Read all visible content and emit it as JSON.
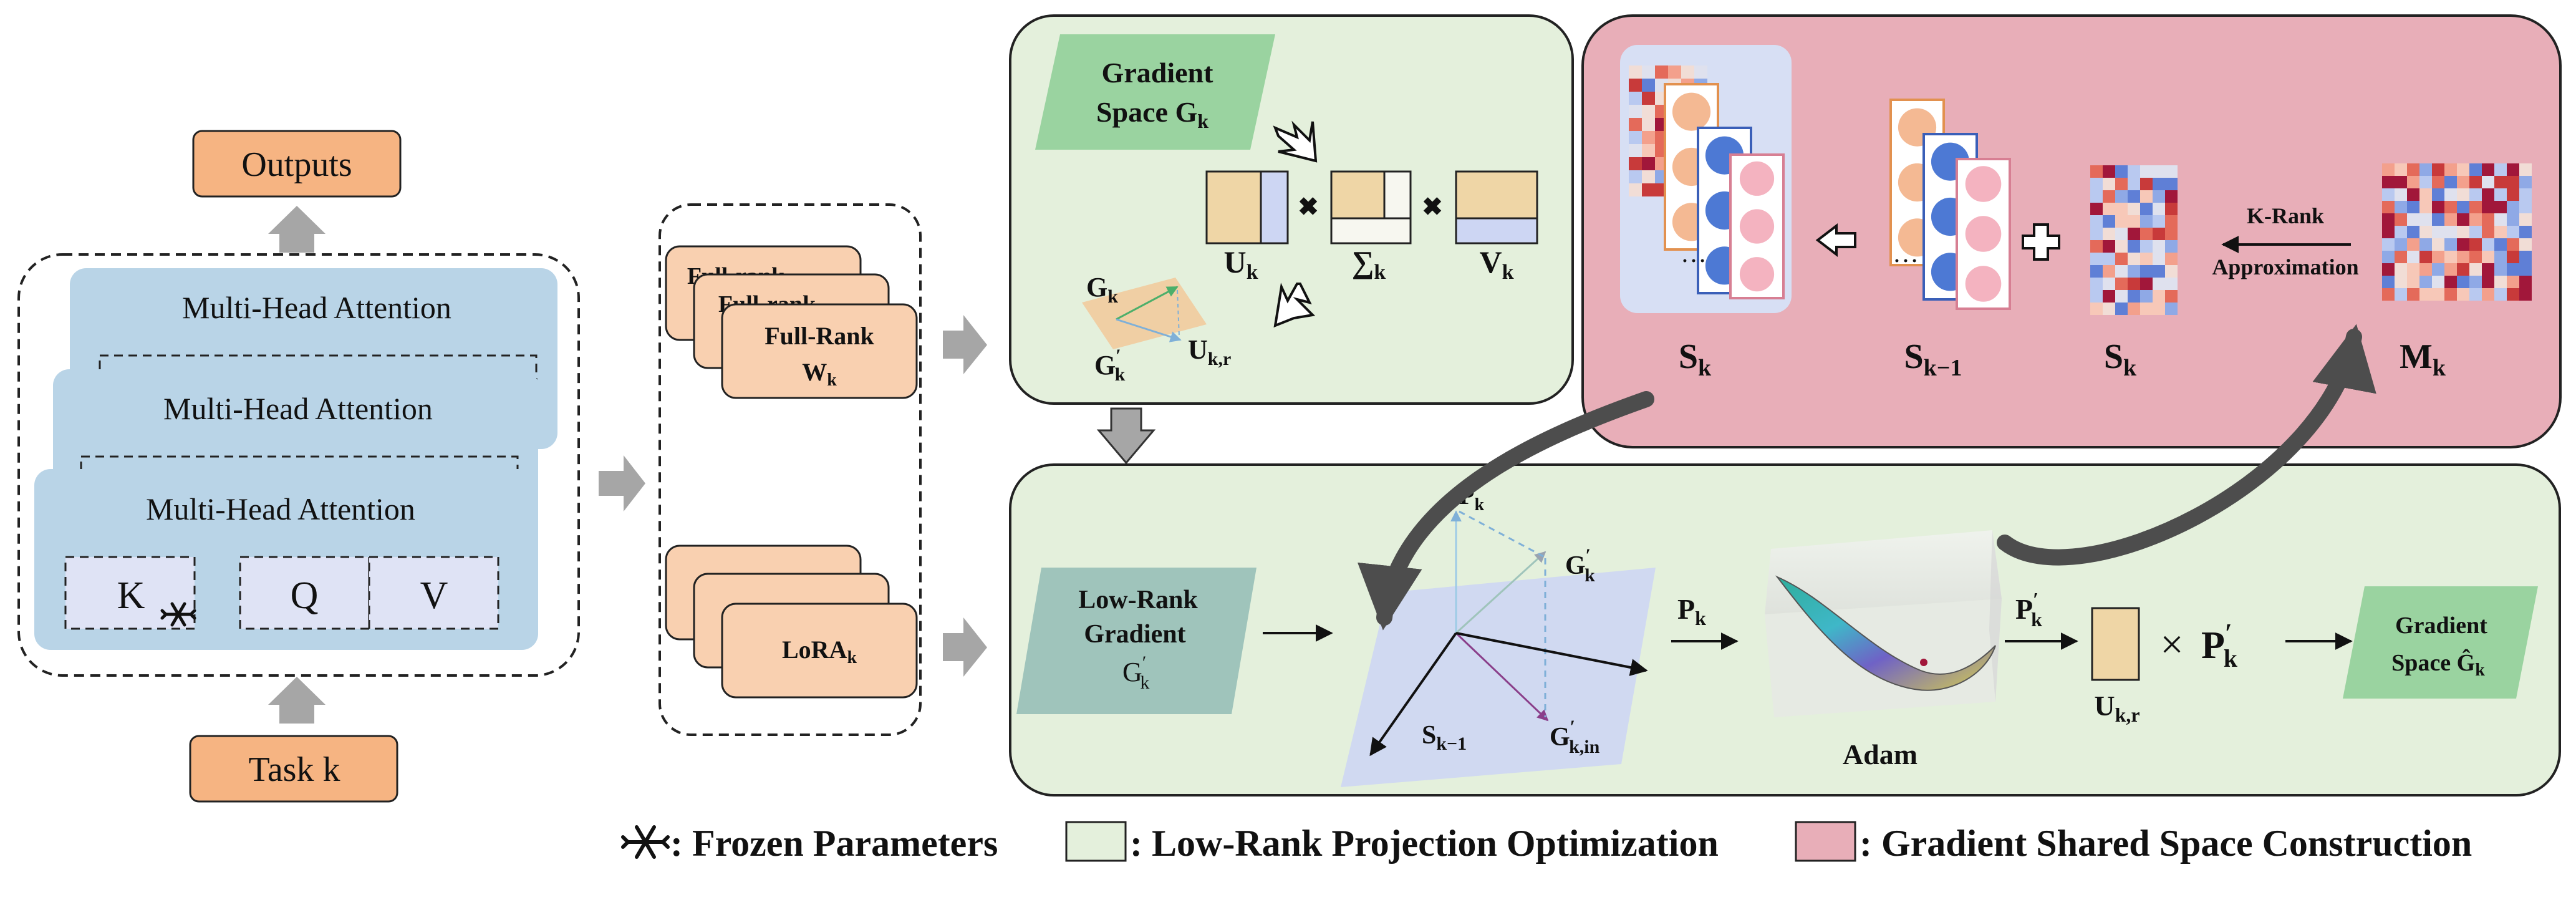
{
  "colors": {
    "orange_fill": "#f6b482",
    "orange_light": "#f9d0b0",
    "blue_block": "#b9d4e7",
    "token_fill": "#dfe3f5",
    "green_panel": "#e4f0dc",
    "green_tag": "#9ad3a0",
    "pink_panel": "#e8aeb8",
    "teal_tag": "#9fc4bb",
    "arrow_gray": "#a6a6a6",
    "tan": "#efd6a6",
    "lavender": "#cdd6f3"
  },
  "transformer": {
    "outputs_label": "Outputs",
    "task_label": "Task k",
    "mha_labels": [
      "Multi-Head Attention",
      "Multi-Head Attention",
      "Multi-Head Attention"
    ],
    "tokens": [
      "K",
      "Q",
      "V"
    ],
    "frozen_icon": "snowflake-icon"
  },
  "weights": {
    "full_rank_top": [
      "Full-rank",
      "Full-rank"
    ],
    "full_rank_label": "Full-Rank",
    "full_rank_sub": "W",
    "full_rank_subscript": "k",
    "lora_label": "LoRA",
    "lora_subscript": "k"
  },
  "gradient_panel": {
    "tag_line1": "Gradient",
    "tag_line2": "Space G",
    "tag_subscript": "k",
    "u_label": "U",
    "u_sub": "k",
    "sigma_label": "∑",
    "sigma_sub": "k",
    "v_label": "V",
    "v_sub": "k",
    "g_label": "G",
    "g_sub": "k",
    "gprime_label": "G",
    "gprime_sub": "k",
    "ukr_label": "U",
    "ukr_sub": "k,r"
  },
  "shared_panel": {
    "sk_label": "S",
    "sk_sub": "k",
    "sk1_label": "S",
    "sk1_sub": "k−1",
    "sk2_label": "S",
    "sk2_sub": "k",
    "mk_label": "M",
    "mk_sub": "k",
    "krank_line1": "K-Rank",
    "krank_line2": "Approximation",
    "ellipsis": "…"
  },
  "lowrank_panel": {
    "tag_line1": "Low-Rank",
    "tag_line2": "Gradient",
    "tag_g": "G",
    "tag_g_sub": "k",
    "pk_label": "P",
    "pk_sub": "k",
    "gk_label": "G",
    "gk_sub": "k",
    "gkin_label": "G",
    "gkin_sub": "k,in",
    "sk1_label": "S",
    "sk1_sub": "k−1",
    "arrow_pk": "P",
    "arrow_pk_sub": "k",
    "adam_label": "Adam",
    "pkprime_label": "P",
    "pkprime_sub": "k",
    "times": "×",
    "pkprime2_label": "P",
    "pkprime2_sub": "k",
    "ukr_label": "U",
    "ukr_sub": "k,r",
    "out_line1": "Gradient",
    "out_line2": "Space Ĝ",
    "out_sub": "k"
  },
  "legend": {
    "frozen": ": Frozen Parameters",
    "lowrank": ": Low-Rank Projection Optimization",
    "shared": ": Gradient Shared Space Construction"
  },
  "heatmap_colors": [
    "#c83a3a",
    "#e46a5a",
    "#f3a08c",
    "#f7c8b8",
    "#f1ddd6",
    "#dfe1ee",
    "#b9c9f0",
    "#8fa9e6",
    "#5f7fd6",
    "#a1173a"
  ]
}
